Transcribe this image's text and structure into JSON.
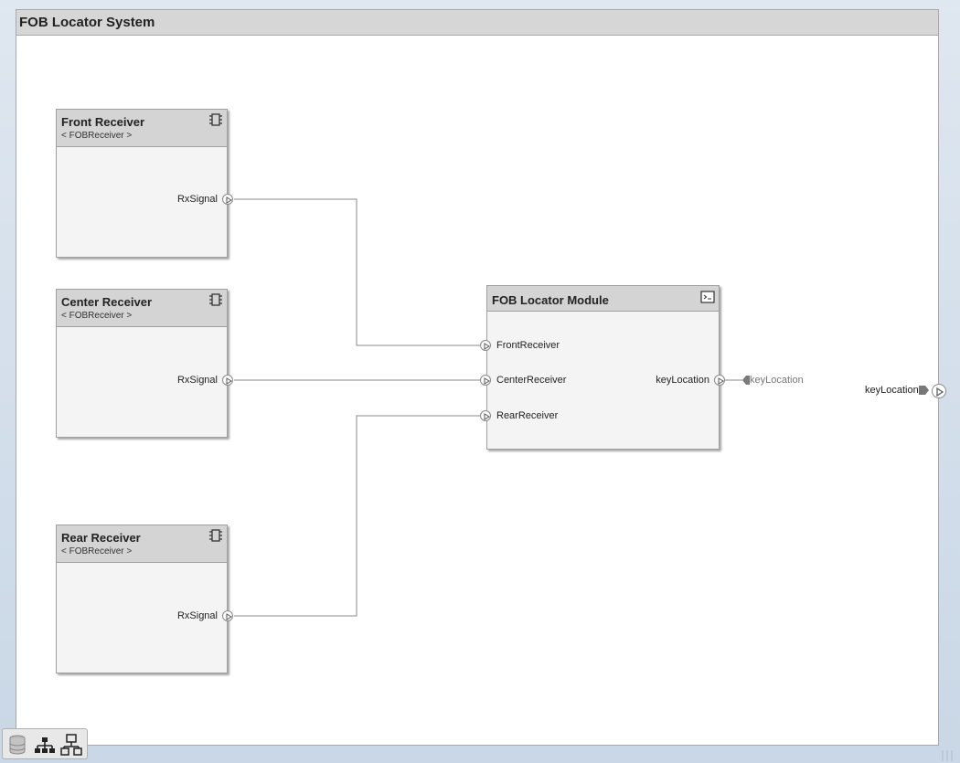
{
  "system": {
    "title": "FOB Locator System"
  },
  "blocks": {
    "front": {
      "title": "Front Receiver",
      "stereotype": "< FOBReceiver >",
      "port": "RxSignal"
    },
    "center": {
      "title": "Center Receiver",
      "stereotype": "< FOBReceiver >",
      "port": "RxSignal"
    },
    "rear": {
      "title": "Rear Receiver",
      "stereotype": "< FOBReceiver >",
      "port": "RxSignal"
    },
    "module": {
      "title": "FOB Locator Module",
      "inputs": [
        "FrontReceiver",
        "CenterReceiver",
        "RearReceiver"
      ],
      "output": "keyLocation"
    }
  },
  "connector_label": "keyLocation",
  "external_port": {
    "label": "keyLocation"
  },
  "icons": {
    "receiver": "chip-icon",
    "module": "terminal-icon",
    "toolbar": [
      "database-icon",
      "hierarchy-icon",
      "network-icon"
    ]
  },
  "colors": {
    "wire": "#8a8a8a",
    "header": "#d4d4d4",
    "block": "#f4f4f4"
  }
}
